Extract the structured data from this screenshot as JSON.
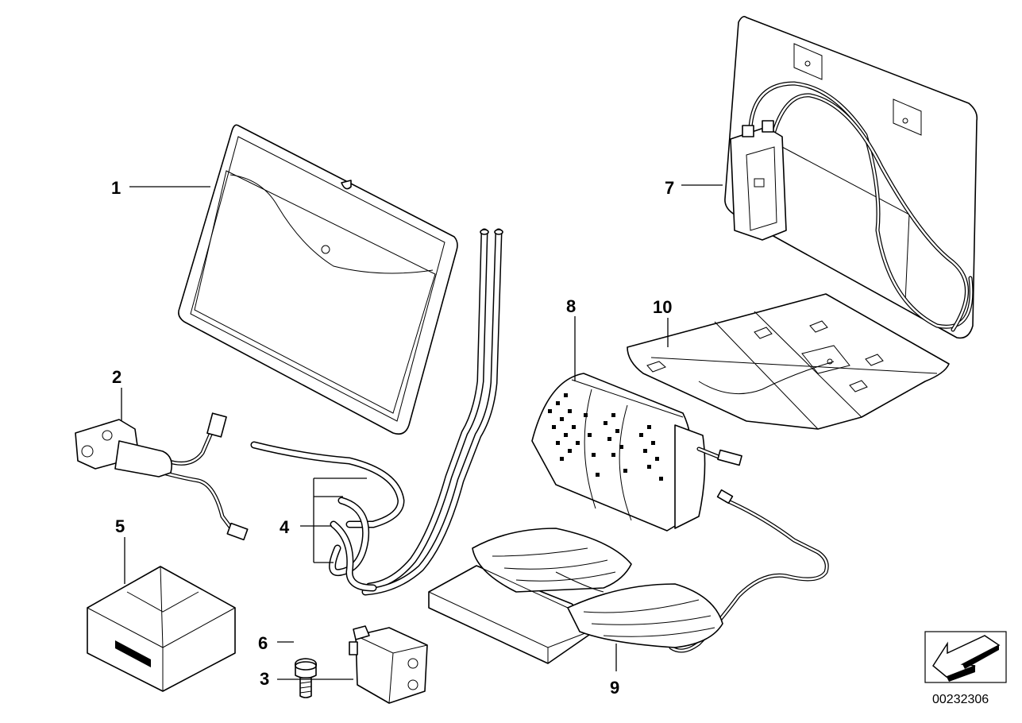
{
  "diagram": {
    "callouts": [
      {
        "id": "1",
        "label": "1"
      },
      {
        "id": "2",
        "label": "2"
      },
      {
        "id": "3",
        "label": "3"
      },
      {
        "id": "4",
        "label": "4"
      },
      {
        "id": "5",
        "label": "5"
      },
      {
        "id": "6",
        "label": "6"
      },
      {
        "id": "7",
        "label": "7"
      },
      {
        "id": "8",
        "label": "8"
      },
      {
        "id": "9",
        "label": "9"
      },
      {
        "id": "10",
        "label": "10"
      }
    ],
    "image_code": "00232306",
    "nav_icon": "arrow-down-left-icon"
  }
}
